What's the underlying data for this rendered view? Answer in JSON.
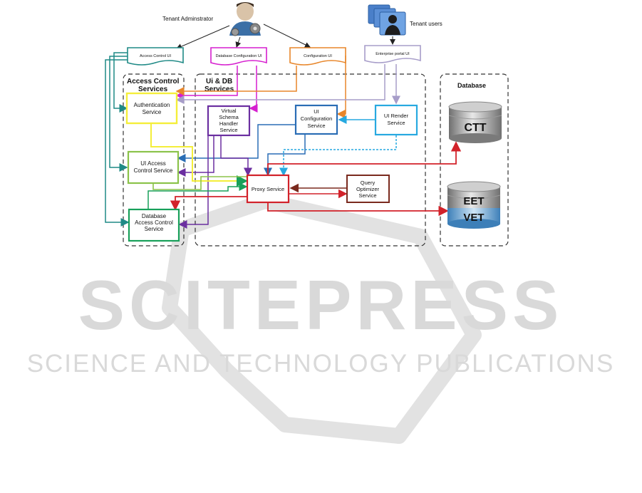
{
  "actors": {
    "tenant_admin": "Tenant Adminstrator",
    "tenant_users": "Tenant users"
  },
  "ui_documents": {
    "access_control_ui": "Access Control UI",
    "database_configuration_ui": "Database Configuration UI",
    "configuration_ui": "Configuration UI",
    "enterprise_portal_ui": "Enterprise portal UI"
  },
  "groups": {
    "access_control_line1": "Access Control",
    "access_control_line2": "Services",
    "ui_db_line1": "Ui & DB",
    "ui_db_line2": "Services",
    "database": "Database"
  },
  "services": {
    "authentication_line1": "Authentication",
    "authentication_line2": "Service",
    "ui_access_line1": "UI Access",
    "ui_access_line2": "Control Service",
    "db_access_line1": "Database",
    "db_access_line2": "Access Control",
    "db_access_line3": "Service",
    "virtual_schema_line1": "Virtual",
    "virtual_schema_line2": "Schema",
    "virtual_schema_line3": "Handler",
    "virtual_schema_line4": "Service",
    "ui_config_line1": "UI",
    "ui_config_line2": "Configuration",
    "ui_config_line3": "Service",
    "ui_render_line1": "UI Render",
    "ui_render_line2": "Service",
    "proxy": "Proxy Service",
    "query_optimizer_line1": "Query",
    "query_optimizer_line2": "Optimizer",
    "query_optimizer_line3": "Service"
  },
  "databases": {
    "ctt": "CTT",
    "eet": "EET",
    "vet": "VET"
  },
  "watermark": {
    "logo": "SCITEPRESS",
    "tagline": "SCIENCE AND TECHNOLOGY PUBLICATIONS"
  },
  "colors": {
    "teal": "#1f8a86",
    "magenta": "#d61fcf",
    "orange": "#e8862a",
    "lavender": "#a79dc9",
    "yellow": "#f4ee3a",
    "lime": "#8bc34a",
    "green": "#18a05a",
    "purple": "#6b2fa0",
    "blue": "#2a6db5",
    "cyan": "#27a9e0",
    "red": "#d2222a",
    "brown": "#7a2a1e",
    "db_silver": "#a8a8a8"
  }
}
